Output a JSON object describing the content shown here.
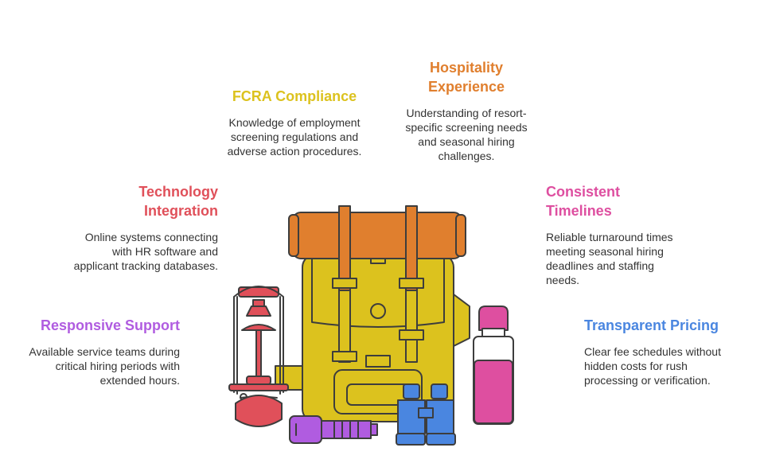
{
  "items": {
    "fcra": {
      "title": "FCRA Compliance",
      "desc": "Knowledge of employment screening regulations and adverse action procedures.",
      "color": "#DCC21E"
    },
    "hospitality": {
      "title": "Hospitality Experience",
      "desc": "Understanding of resort-specific screening needs and seasonal hiring challenges.",
      "color": "#E07F2E"
    },
    "technology": {
      "title": "Technology Integration",
      "desc": "Online systems connecting with HR software and applicant tracking databases.",
      "color": "#E0505A"
    },
    "timelines": {
      "title": "Consistent Timelines",
      "desc": "Reliable turnaround times meeting seasonal hiring deadlines and staffing needs.",
      "color": "#DE4FA0"
    },
    "support": {
      "title": "Responsive Support",
      "desc": "Available service teams during critical hiring periods with extended hours.",
      "color": "#B05CE0"
    },
    "pricing": {
      "title": "Transparent Pricing",
      "desc": "Clear fee schedules without hidden costs for rush processing or verification.",
      "color": "#4A86E0"
    }
  },
  "icons": [
    "backpack-icon",
    "lantern-icon",
    "flashlight-icon",
    "binoculars-icon",
    "water-bottle-icon"
  ]
}
